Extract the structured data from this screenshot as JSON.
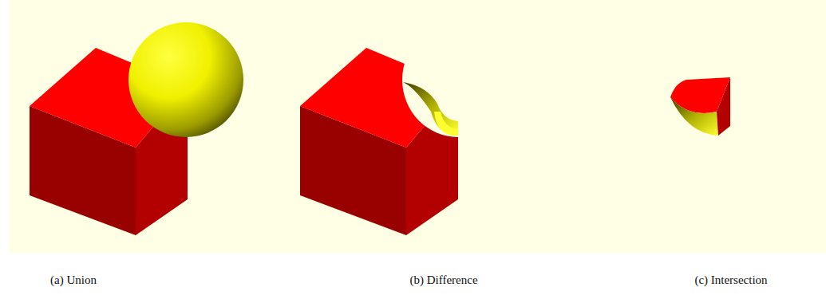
{
  "diagram": {
    "labels": [
      "(a) Union",
      "(b) Difference",
      "(c) Intersection"
    ]
  }
}
